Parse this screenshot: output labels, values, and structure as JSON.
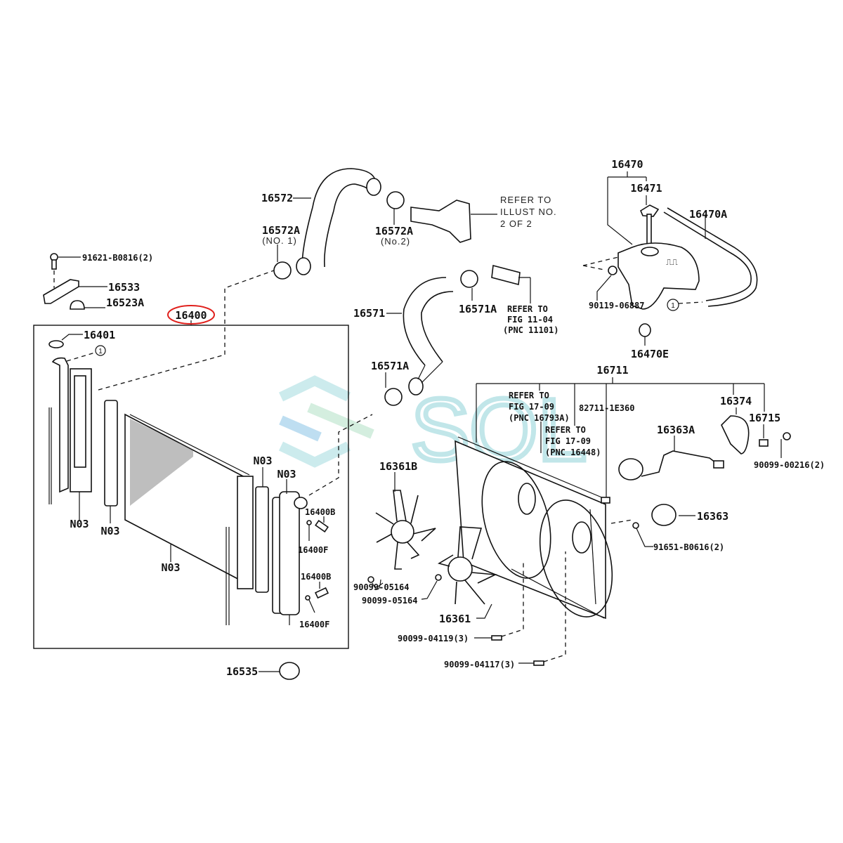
{
  "diagram": {
    "type": "exploded parts diagram - radiator and cooling fan assembly",
    "highlight_color": "#e0201c",
    "watermark": {
      "text": "SOL",
      "color_primary": "#8fd3d8",
      "color_secondary": "#9fd9b8",
      "color_tertiary": "#6fb6e0"
    },
    "highlighted_part": "16400",
    "labels": {
      "p16400": "16400",
      "p16401": "16401",
      "p91621": "91621-B0816(2)",
      "p16533": "16533",
      "p16523A": "16523A",
      "p16572": "16572",
      "p16572A_1": "16572A",
      "p16572A_1_sub": "(NO. 1)",
      "p16572A_2": "16572A",
      "p16572A_2_sub": "(No.2)",
      "ref_illust_1": "REFER TO",
      "ref_illust_2": "ILLUST NO.",
      "ref_illust_3": "2 OF 2",
      "p16571": "16571",
      "p16571A_top": "16571A",
      "p16571A_bot": "16571A",
      "ref_fig1104_1": "REFER TO",
      "ref_fig1104_2": "FIG 11-04",
      "ref_fig1104_3": "(PNC 11101)",
      "p16470": "16470",
      "p16471": "16471",
      "p16470A": "16470A",
      "p90119": "90119-06887",
      "p16470E": "16470E",
      "p16711": "16711",
      "ref_16793A_1": "REFER TO",
      "ref_16793A_2": "FIG 17-09",
      "ref_16793A_3": "(PNC 16793A)",
      "p82711": "82711-1E360",
      "ref_16448_1": "REFER TO",
      "ref_16448_2": "FIG 17-09",
      "ref_16448_3": "(PNC 16448)",
      "p16374": "16374",
      "p16715": "16715",
      "p16363A": "16363A",
      "p90099_00216": "90099-00216(2)",
      "p16363": "16363",
      "p91651": "91651-B0616(2)",
      "p16361B": "16361B",
      "p90099_05164_a": "90099-05164",
      "p90099_05164_b": "90099-05164",
      "p16361": "16361",
      "p90099_04119": "90099-04119(3)",
      "p90099_04117": "90099-04117(3)",
      "pN03_a": "N03",
      "pN03_b": "N03",
      "pN03_c": "N03",
      "pN03_d": "N03",
      "pN03_e": "N03",
      "p16400B_top": "16400B",
      "p16400F_top": "16400F",
      "p16400B_bot": "16400B",
      "p16400F_bot": "16400F",
      "p16535": "16535",
      "circle_ref_1": "1",
      "circle_ref_2": "1"
    }
  }
}
